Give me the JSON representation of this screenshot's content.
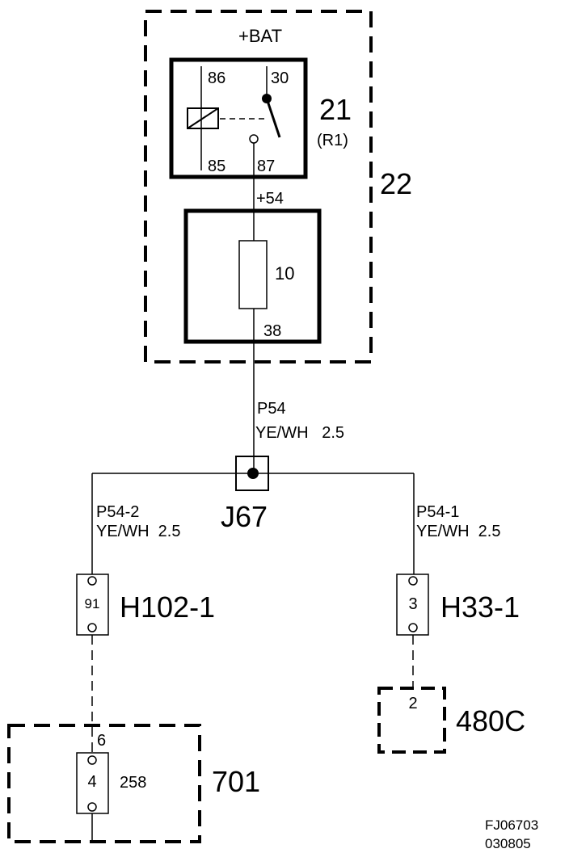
{
  "module22": {
    "label": "22",
    "supply_label": "+BAT",
    "relay": {
      "number": "21",
      "ref": "(R1)",
      "pins": {
        "p86": "86",
        "p30": "30",
        "p85": "85",
        "p87": "87"
      }
    },
    "output_label": "+54",
    "fuse": {
      "number": "10",
      "pin": "38"
    }
  },
  "main_wire": {
    "name": "P54",
    "spec": "YE/WH   2.5"
  },
  "junction": {
    "label": "J67"
  },
  "left_branch": {
    "wire_name": "P54-2",
    "wire_spec": "YE/WH  2.5",
    "connector_pin": "91",
    "connector_label": "H102-1",
    "module": {
      "label": "701",
      "pin_top": "6",
      "pin_inner": "4",
      "pin_side": "258"
    }
  },
  "right_branch": {
    "wire_name": "P54-1",
    "wire_spec": "YE/WH  2.5",
    "connector_pin": "3",
    "connector_label": "H33-1",
    "module": {
      "label": "480C",
      "pin": "2"
    }
  },
  "footer": {
    "code": "FJ06703",
    "date": "030805"
  }
}
